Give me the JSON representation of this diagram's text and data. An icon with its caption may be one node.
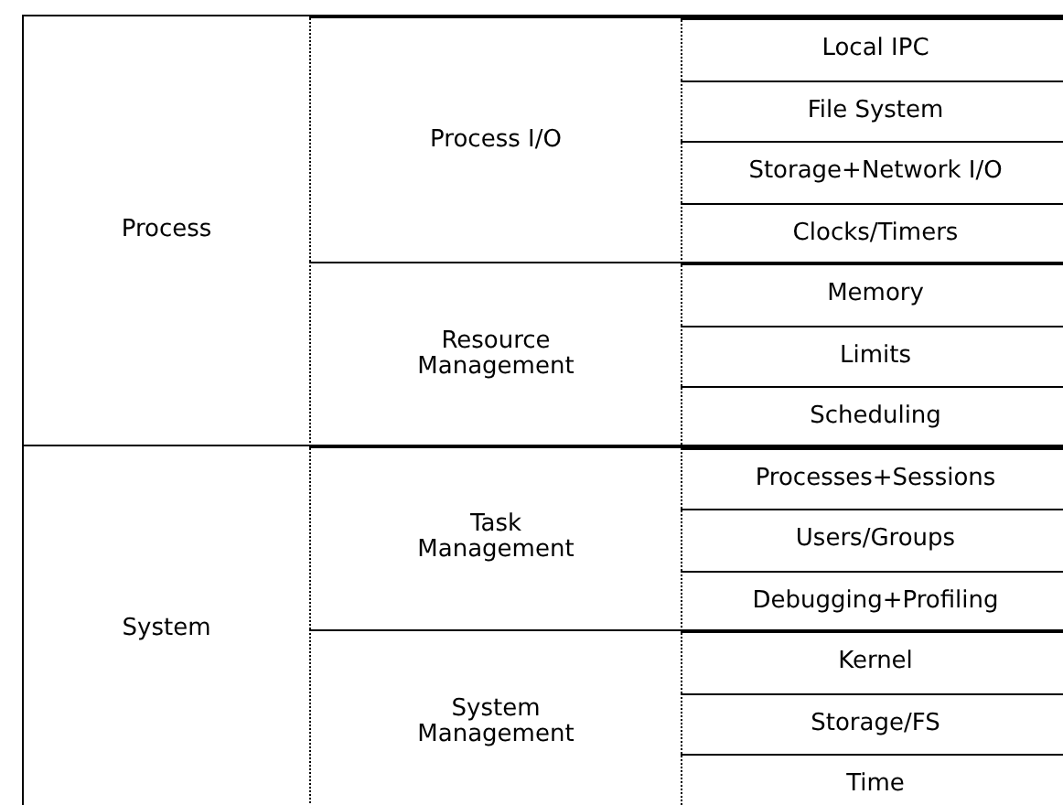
{
  "diagram": {
    "nodes": [
      {
        "text": [
          "Process"
        ]
      },
      {
        "text": [
          "Process I/O"
        ],
        "in": 0
      },
      {
        "text": [
          "Local IPC"
        ],
        "in": 1
      },
      {
        "text": [
          "File System"
        ],
        "in": 1
      },
      {
        "text": [
          "Storage+Network I/O"
        ],
        "in": 1
      },
      {
        "text": [
          "Clocks/Timers"
        ],
        "in": 1
      },
      {
        "text": [
          "Resource Management"
        ],
        "in": 0
      },
      {
        "text": [
          "Memory"
        ],
        "in": 6
      },
      {
        "text": [
          "Limits"
        ],
        "in": 6
      },
      {
        "text": [
          "Scheduling"
        ],
        "in": 6
      },
      {
        "text": [
          "System"
        ]
      },
      {
        "text": [
          "Task Management"
        ],
        "in": 10
      },
      {
        "text": [
          "Processes+Sessions"
        ],
        "in": 11
      },
      {
        "text": [
          "Users/Groups"
        ],
        "in": 11
      },
      {
        "text": [
          "Debugging+Profiling"
        ],
        "in": 11
      },
      {
        "text": [
          "System Management"
        ],
        "in": 10
      },
      {
        "text": [
          "Kernel"
        ],
        "in": 15
      },
      {
        "text": [
          "Storage/FS"
        ],
        "in": 15
      },
      {
        "text": [
          "Time"
        ],
        "in": 15
      }
    ]
  }
}
